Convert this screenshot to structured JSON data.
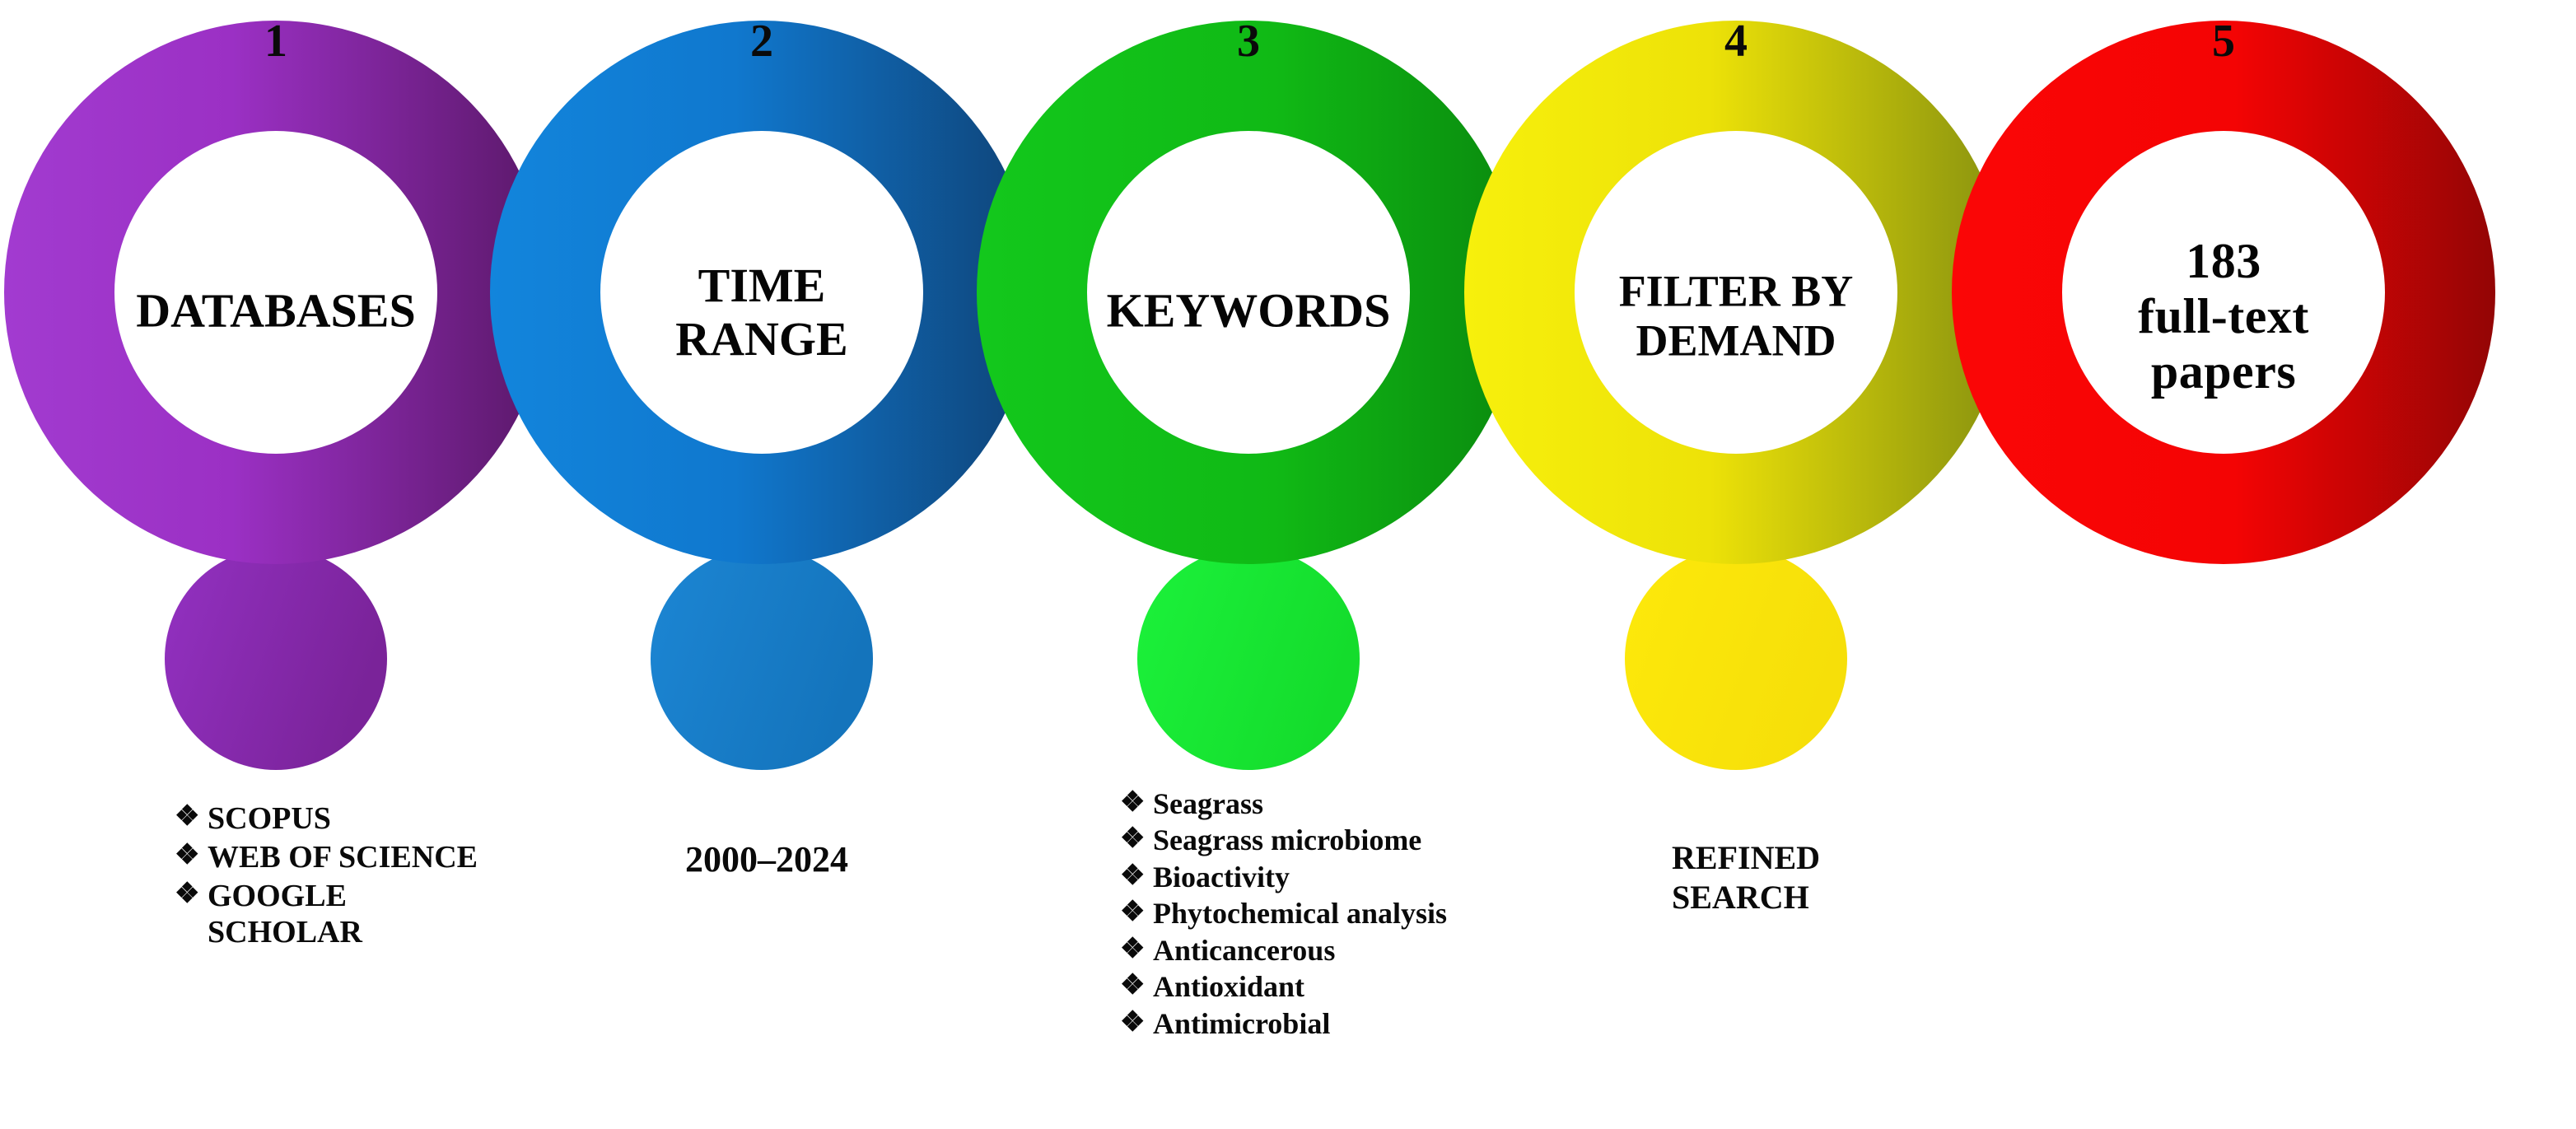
{
  "diagram": {
    "type": "flow-process",
    "background_color": "#ffffff",
    "steps": [
      {
        "number": "1",
        "title_lines": [
          "DATABASES"
        ],
        "title_font_size": 58,
        "ring_color_light": "#9B30C4",
        "ring_color_dark": "#5E1A6E",
        "tail_color": "#8E2BB8",
        "has_tail": true,
        "caption_style": "bullets",
        "bullet_glyph": "❖",
        "caption_items": [
          "SCOPUS",
          "WEB OF SCIENCE",
          "GOOGLE SCHOLAR"
        ],
        "caption_font_size": 38
      },
      {
        "number": "2",
        "title_lines": [
          "TIME",
          "RANGE"
        ],
        "title_font_size": 58,
        "ring_color_light": "#1181D6",
        "ring_color_dark": "#124A80",
        "tail_color": "#1783D4",
        "has_tail": true,
        "caption_style": "plain",
        "bullet_glyph": "",
        "caption_items": [
          "2000–2024"
        ],
        "caption_font_size": 44
      },
      {
        "number": "3",
        "title_lines": [
          "KEYWORDS"
        ],
        "title_font_size": 58,
        "ring_color_light": "#11C41A",
        "ring_color_dark": "#0C9A10",
        "tail_color": "#16EB30",
        "has_tail": true,
        "caption_style": "bullets",
        "bullet_glyph": "❖",
        "caption_items": [
          "Seagrass",
          "Seagrass microbiome",
          "Bioactivity",
          "Phytochemical analysis",
          "Anticancerous",
          "Antioxidant",
          "Antimicrobial"
        ],
        "caption_font_size": 36
      },
      {
        "number": "4",
        "title_lines": [
          "FILTER BY",
          "DEMAND"
        ],
        "title_font_size": 54,
        "ring_color_light": "#F2E80A",
        "ring_color_dark": "#8C9610",
        "tail_color": "#FBE70B",
        "has_tail": true,
        "caption_style": "plain",
        "bullet_glyph": "",
        "caption_items": [
          "REFINED",
          "SEARCH"
        ],
        "caption_font_size": 40
      },
      {
        "number": "5",
        "title_lines": [
          "183",
          "full-text",
          "papers"
        ],
        "title_font_size": 60,
        "ring_color_light": "#FA0505",
        "ring_color_dark": "#9A0606",
        "tail_color": "#FA0505",
        "has_tail": false,
        "caption_style": "none",
        "bullet_glyph": "",
        "caption_items": [],
        "caption_font_size": 0
      }
    ]
  }
}
